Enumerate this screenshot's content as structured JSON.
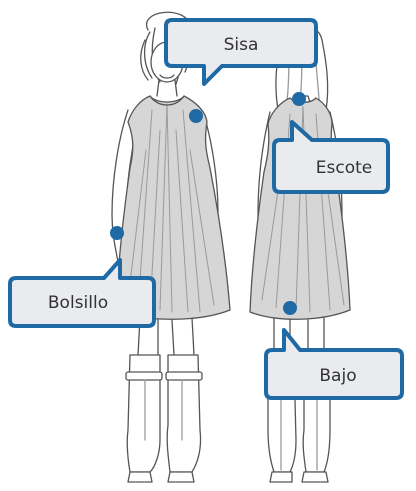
{
  "figure": {
    "labels": [
      {
        "id": "sisa",
        "text": "Sisa"
      },
      {
        "id": "escote",
        "text": "Escote"
      },
      {
        "id": "bolsillo",
        "text": "Bolsillo"
      },
      {
        "id": "bajo",
        "text": "Bajo"
      }
    ]
  },
  "colors": {
    "callout_border": "#1f6aa5",
    "callout_fill": "#e9ebef",
    "marker": "#1f6aa5",
    "dress_fill": "#d6d6d6",
    "line_art": "#555555"
  }
}
